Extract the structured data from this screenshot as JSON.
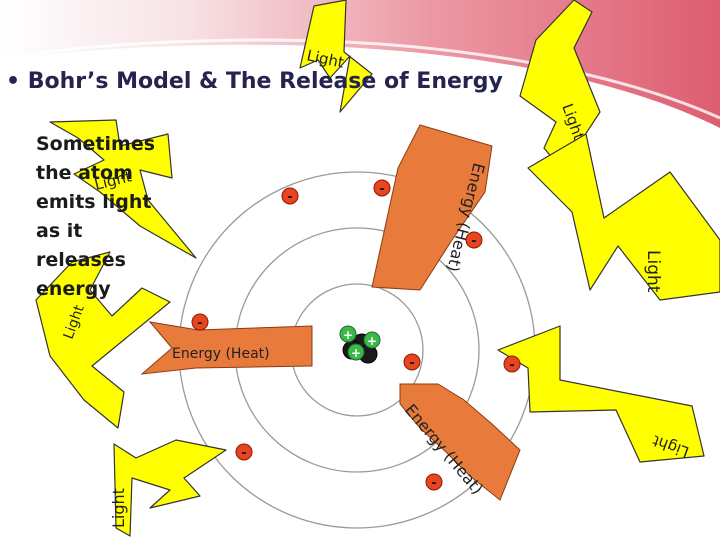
{
  "title": "• Bohr’s Model & The Release of Energy",
  "body_text": [
    "Sometimes",
    "the atom",
    "emits light",
    "as it",
    "releases",
    "energy"
  ],
  "light_label": "Light",
  "energy_label": "Energy (Heat)",
  "electron_sign": "-",
  "proton_sign": "+",
  "colors": {
    "lightning": "#ffff00",
    "energy_arrow": "#e87a3c",
    "electron": "#e8451e",
    "proton": "#3cb84a",
    "neutron": "#1a1a1a",
    "banner": "#e36f7e"
  }
}
